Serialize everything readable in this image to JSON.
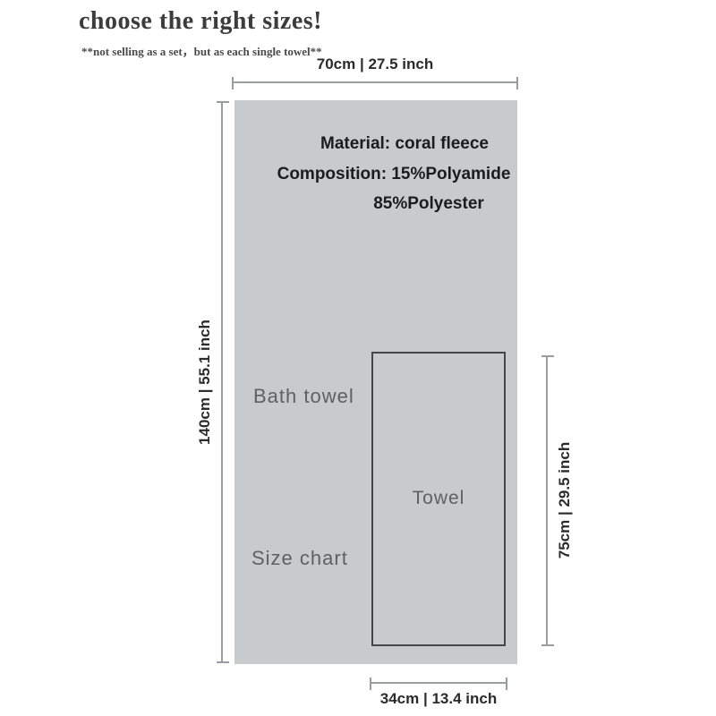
{
  "header": {
    "title": "choose the right sizes!",
    "subtitle": "**not selling as a set，but as each single towel**"
  },
  "diagram": {
    "bath_towel": {
      "name": "Bath towel",
      "note": "Size chart",
      "width": "70cm | 27.5 inch",
      "height": "140cm | 55.1 inch",
      "material_label": "Material:",
      "material_value": "coral fleece",
      "composition_label": "Composition:",
      "composition_line1": "15%Polyamide",
      "composition_line2": "85%Polyester"
    },
    "towel": {
      "name": "Towel",
      "width": "34cm | 13.4 inch",
      "height": "75cm | 29.5 inch"
    }
  },
  "colors": {
    "rect_fill": "#c9cacb",
    "inner_border": "#43474a",
    "dim_line": "#9a9da0",
    "title_color": "#3c3c3c",
    "muted_text": "#5d6164",
    "dark_text": "#1c1c1c"
  }
}
